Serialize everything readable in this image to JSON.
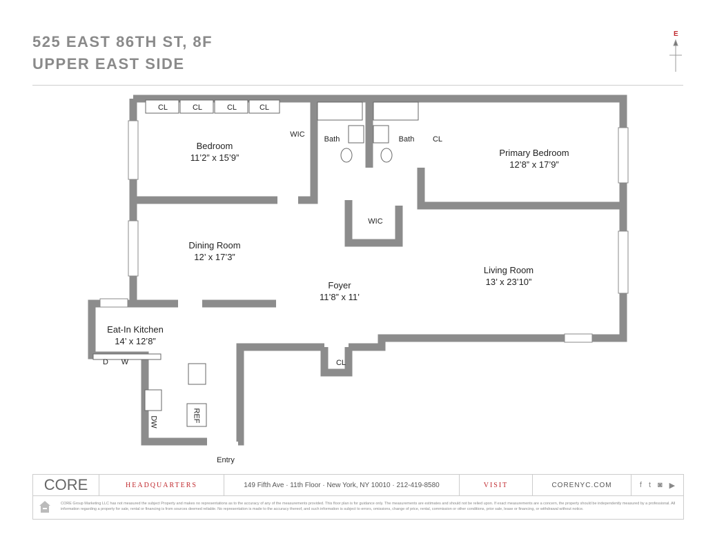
{
  "header": {
    "address": "525 EAST 86TH ST, 8F",
    "neighborhood": "UPPER EAST SIDE",
    "compass": "E"
  },
  "rooms": {
    "cl1": "CL",
    "cl2": "CL",
    "cl3": "CL",
    "cl4": "CL",
    "wic1": "WIC",
    "bath1": "Bath",
    "bath2": "Bath",
    "cl5": "CL",
    "bedroom": "Bedroom",
    "bedroom_dim": "11’2” x 15’9”",
    "primary": "Primary Bedroom",
    "primary_dim": "12’8” x 17’9”",
    "wic2": "WIC",
    "dining": "Dining Room",
    "dining_dim": "12’ x 17’3”",
    "foyer": "Foyer",
    "foyer_dim": "11’8” x 11’",
    "living": "Living Room",
    "living_dim": "13’ x 23’10”",
    "kitchen": "Eat-In Kitchen",
    "kitchen_dim": "14’ x 12’8”",
    "d": "D",
    "w": "W",
    "dw": "DW",
    "ref": "REF",
    "cl6": "CL",
    "entry": "Entry"
  },
  "footer": {
    "logo": "CORE",
    "hq": "HEADQUARTERS",
    "address": "149 Fifth Ave · 11th Floor · New York, NY 10010 · 212-419-8580",
    "visit": "VISIT",
    "site": "CORENYC.COM",
    "social": [
      "facebook-icon",
      "twitter-icon",
      "instagram-icon",
      "youtube-icon"
    ],
    "disclaimer": "CORE Group Marketing LLC has not measured the subject Property and makes no representations as to the accuracy of any of the measurements provided. This floor plan is for guidance only. The measurements are estimates and should not be relied upon. If exact measurements are a concern, the property should be independently measured by a professional. All information regarding a property for sale, rental or financing is from sources deemed reliable. No representation is made to the accuracy thereof, and such information is subject to errors, omissions, change of price, rental, commission or other conditions, prior sale, lease or financing, or withdrawal without notice.",
    "accent": "#c0282d"
  }
}
